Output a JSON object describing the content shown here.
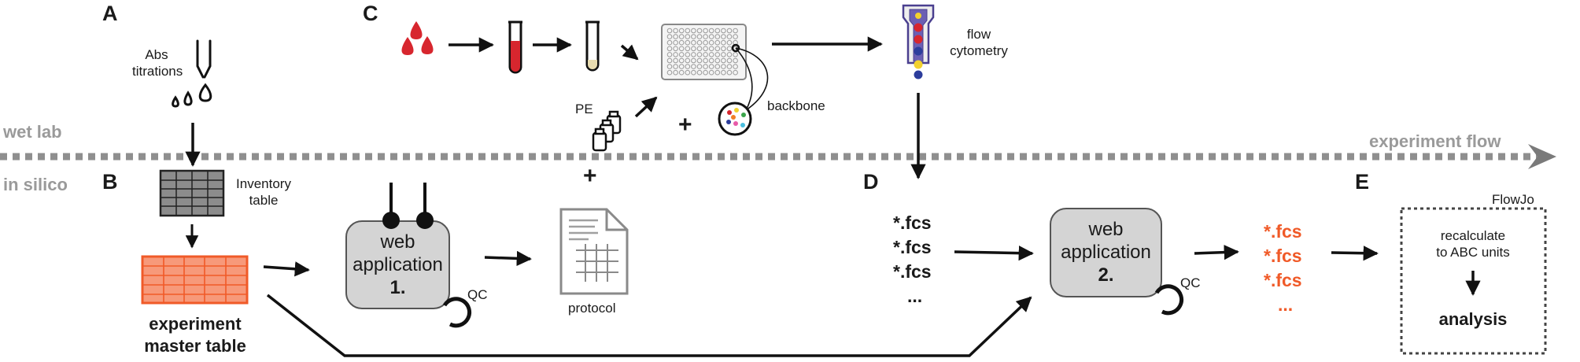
{
  "panels": {
    "a": "A",
    "b": "B",
    "c": "C",
    "d": "D",
    "e": "E"
  },
  "zones": {
    "wet": "wet lab",
    "silico": "in silico",
    "flow": "experiment flow"
  },
  "labels": {
    "abs_1": "Abs",
    "abs_2": "titrations",
    "inventory_1": "Inventory",
    "inventory_2": "table",
    "master_1": "experiment",
    "master_2": "master table",
    "webapp1_1": "web",
    "webapp1_2": "application",
    "webapp1_3": "1.",
    "webapp2_1": "web",
    "webapp2_2": "application",
    "webapp2_3": "2.",
    "qc1": "QC",
    "qc2": "QC",
    "protocol": "protocol",
    "pe": "PE",
    "backbone": "backbone",
    "flow_1": "flow",
    "flow_2": "cytometry",
    "plus_c": "+",
    "plus_b": "+",
    "flowjo": "FlowJo",
    "recalc_1": "recalculate",
    "recalc_2": "to ABC units",
    "analysis": "analysis"
  },
  "fcs_black": [
    "*.fcs",
    "*.fcs",
    "*.fcs",
    "..."
  ],
  "fcs_orange": [
    "*.fcs",
    "*.fcs",
    "*.fcs",
    "..."
  ],
  "colors": {
    "accent_orange": "#f05a28",
    "blood_red": "#d7262e",
    "box_gray": "#d4d4d4",
    "divider_gray": "#8f8f8f",
    "tube_purple": "#4a3f8f",
    "dot_yellow": "#f2d12e",
    "dot_red": "#d7262e",
    "dot_blue": "#2c3d9c"
  }
}
